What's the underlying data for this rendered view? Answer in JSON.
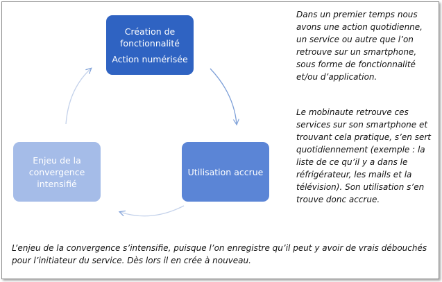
{
  "diagram": {
    "nodes": [
      {
        "id": "top",
        "lines": [
          "Création de",
          "fonctionnalité",
          "Action numérisée"
        ],
        "color": "#2f63c2"
      },
      {
        "id": "right",
        "lines": [
          "Utilisation accrue"
        ],
        "color": "#5b85d6"
      },
      {
        "id": "left",
        "lines": [
          "Enjeu de la",
          "convergence",
          "intensifié"
        ],
        "color": "#a5bce8"
      }
    ],
    "arrow_color": "#7ea0d8"
  },
  "side_text": {
    "paragraph_1": "Dans un premier temps nous avons une action quotidienne, un service ou autre que l’on retrouve sur un smartphone, sous forme de fonctionnalité et/ou d’application.",
    "paragraph_2": "Le mobinaute retrouve ces services sur son smartphone et trouvant cela pratique, s’en sert quotidiennement (exemple : la liste de ce qu’il y a dans le réfrigérateur, les mails et la télévision). Son utilisation s’en trouve donc accrue."
  },
  "caption": "L’enjeu de la convergence s’intensifie, puisque l’on enregistre qu’il peut y avoir de vrais débouchés pour l’initiateur du service. Dès lors il en crée à nouveau."
}
